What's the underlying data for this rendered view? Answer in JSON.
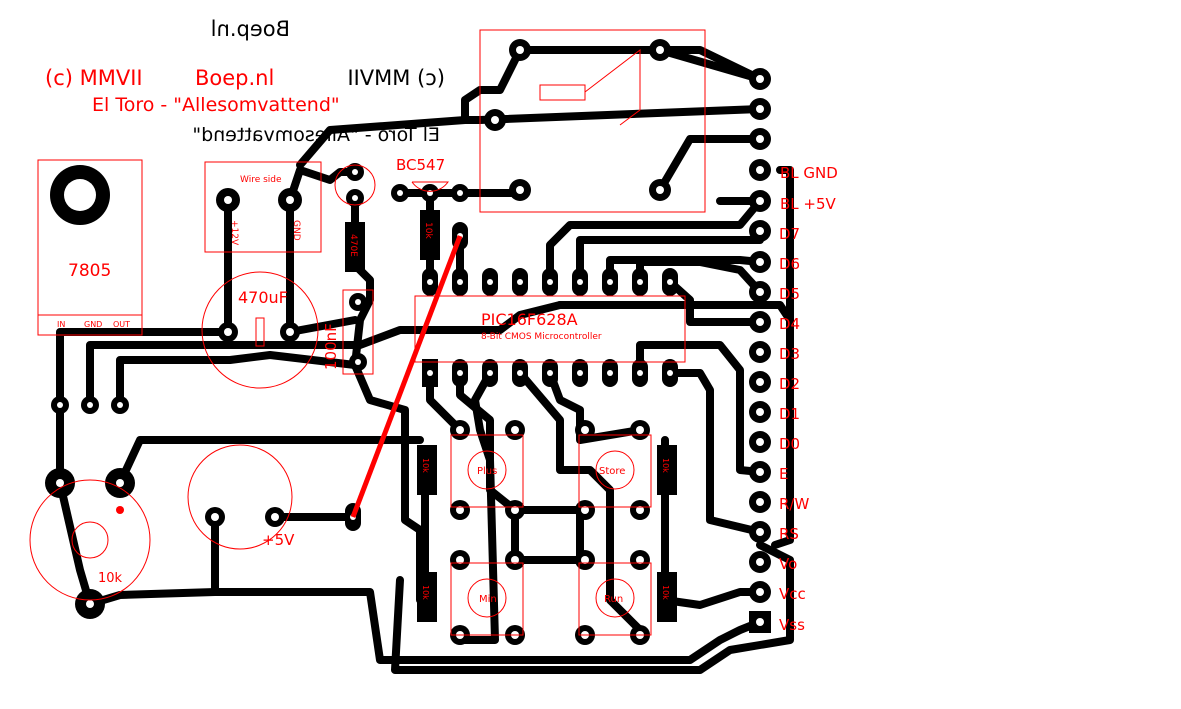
{
  "title": {
    "copyright": "(c) MMVII",
    "site": "Boep.nl",
    "subtitle": "El Toro - \"Allesomvattend\"",
    "mirrored_copyright": "(c) MMVII",
    "mirrored_site": "Boep.nl",
    "mirrored_subtitle": "El Toro - \"Allesomvattend\""
  },
  "regulator": {
    "name": "7805",
    "pins": [
      "IN",
      "GND",
      "OUT"
    ]
  },
  "power_connector": {
    "label": "Wire side",
    "pins": [
      "+12V",
      "GND"
    ]
  },
  "capacitors": {
    "electrolytic": "470uF",
    "ceramic": "100nF"
  },
  "transistor": "BC547",
  "resistors": {
    "r1": "10k",
    "r2": "470E",
    "button_pullups": [
      "10k",
      "10k",
      "10k",
      "10k"
    ]
  },
  "ic": {
    "name": "PIC16F628A",
    "description": "8-Bit CMOS Microcontroller"
  },
  "buttons": [
    "Plus",
    "Store",
    "Min",
    "Run"
  ],
  "potentiometer": "10k",
  "supply_label": "+5V",
  "lcd_header": [
    "BL GND",
    "BL +5V",
    "D7",
    "D6",
    "D5",
    "D4",
    "D3",
    "D2",
    "D1",
    "D0",
    "E",
    "R/W",
    "RS",
    "Vo",
    "Vcc",
    "Vss"
  ],
  "colors": {
    "copper": "#000000",
    "silkscreen": "#ff0000"
  }
}
